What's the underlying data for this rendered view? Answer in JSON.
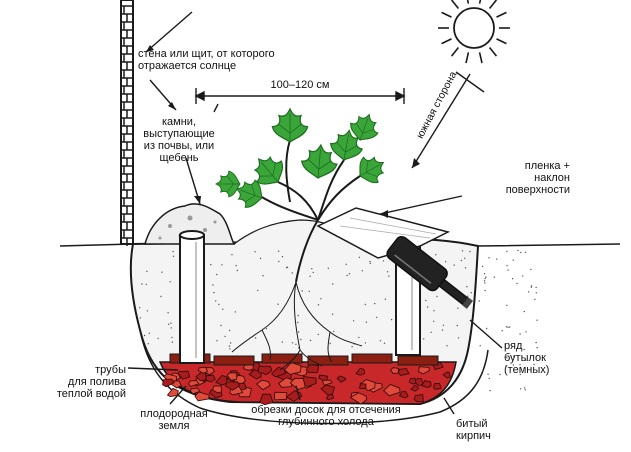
{
  "colors": {
    "ink": "#1a1a1a",
    "leaf": "#3aa63a",
    "leaf_dark": "#1f6e1f",
    "brick": "#c8282a",
    "board": "#8a1f12",
    "soil": "#f4f4f4",
    "bottle": "#222222"
  },
  "labels": {
    "wall": {
      "line1": "стена или щит, от которого",
      "line2": "отражается солнце"
    },
    "width": "100–120 см",
    "south": "южная сторона",
    "stones": {
      "line1": "камни,",
      "line2": "выступающие",
      "line3": "из почвы, или",
      "line4": "щебень"
    },
    "film": {
      "line1": "пленка +",
      "line2": "наклон",
      "line3": "поверхности"
    },
    "pipes": {
      "line1": "трубы",
      "line2": "для полива",
      "line3": "теплой водой"
    },
    "bottles": {
      "line1": "ряд",
      "line2": "бутылок",
      "line3": "(темных)"
    },
    "soil": {
      "line1": "плодородная",
      "line2": "земля"
    },
    "boards": {
      "line1": "обрезки досок для отсечения",
      "line2": "глубинного холода"
    },
    "brick": {
      "line1": "битый",
      "line2": "кирпич"
    }
  }
}
